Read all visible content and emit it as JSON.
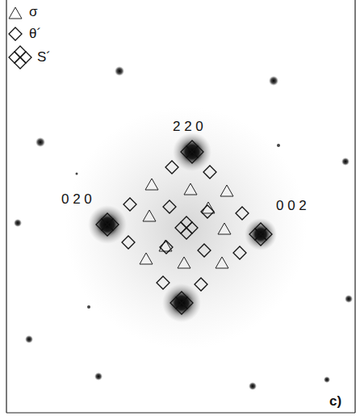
{
  "diagram": {
    "labels": [
      "2 2 0",
      "0 2 0",
      "0 0 2",
      "c)"
    ],
    "legend": [
      {
        "text": "σ"
      },
      {
        "text": "θ´"
      },
      {
        "text": "S´"
      }
    ]
  }
}
